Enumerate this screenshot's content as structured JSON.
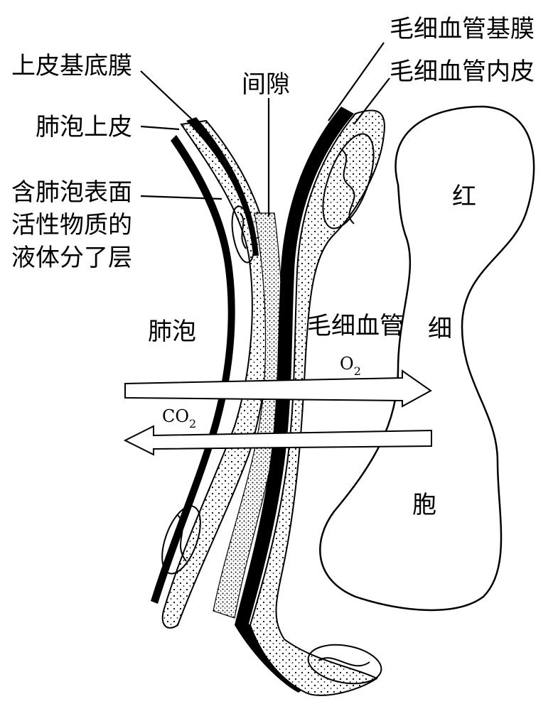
{
  "labels": {
    "capillary_basement_membrane": "毛细血管基膜",
    "capillary_endothelium": "毛细血管内皮",
    "epithelial_basement_membrane": "上皮基底膜",
    "interstitial_space": "间隙",
    "alveolar_epithelium": "肺泡上皮",
    "surfactant_line1": "含肺泡表面",
    "surfactant_line2": "活性物质的",
    "surfactant_line3": "液体分了层",
    "alveolus": "肺泡",
    "capillary": "毛细血管",
    "rbc_1": "红",
    "rbc_2": "细",
    "rbc_3": "胞"
  },
  "gases": {
    "oxygen_base": "O",
    "oxygen_sub": "2",
    "carbon_dioxide_base": "CO",
    "carbon_dioxide_sub": "2"
  },
  "colors": {
    "ink": "#000000",
    "paper": "#ffffff"
  },
  "icons": {
    "oxygen_arrow": "arrow-right-icon",
    "co2_arrow": "arrow-left-icon"
  }
}
